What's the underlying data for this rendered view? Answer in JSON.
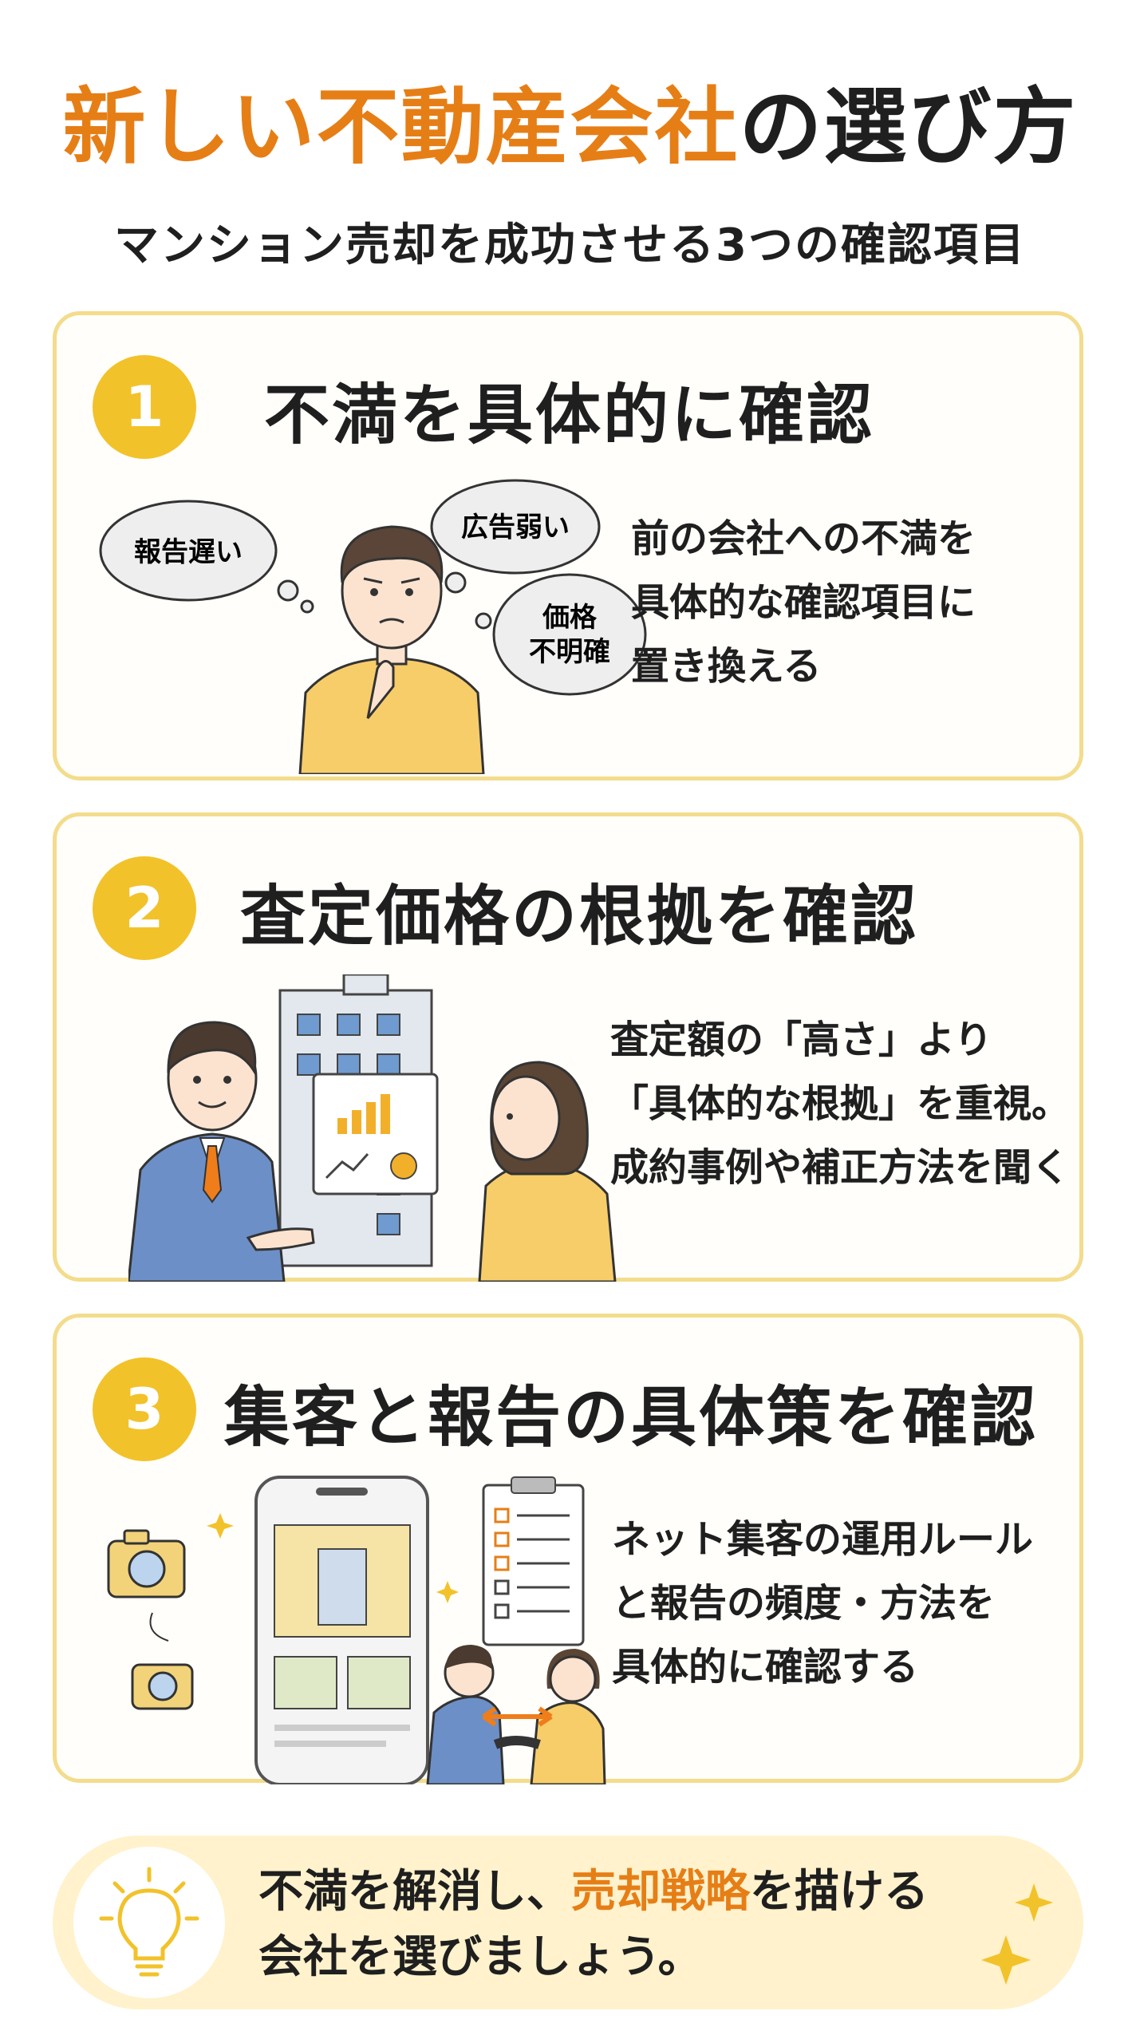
{
  "header": {
    "title_accent": "新しい不動産会社",
    "title_rest": "の選び方",
    "subtitle": "マンション売却を成功させる3つの確認項目"
  },
  "cards": [
    {
      "number": "1",
      "title": "不満を具体的に確認",
      "bubbles": [
        "報告遅い",
        "広告弱い",
        "価格",
        "不明確"
      ],
      "lines": [
        "前の会社への不満を",
        "具体的な確認項目に",
        "置き換える"
      ]
    },
    {
      "number": "2",
      "title": "査定価格の根拠を確認",
      "lines": [
        "査定額の「高さ」より",
        "「具体的な根拠」を重視。",
        "成約事例や補正方法を聞く"
      ]
    },
    {
      "number": "3",
      "title": "集客と報告の具体策を確認",
      "lines": [
        "ネット集客の運用ルール",
        "と報告の頻度・方法を",
        "具体的に確認する"
      ]
    }
  ],
  "footer": {
    "line1_a": "不満を解消し、",
    "line1_accent": "売却戦略",
    "line1_b": "を描ける",
    "line2": "会社を選びましょう。",
    "icon": "lightbulb-icon"
  },
  "colors": {
    "accent_orange": "#e67e16",
    "badge_yellow": "#f2c22a",
    "card_border": "#f3dc8c",
    "footer_bg": "#fff2cc"
  }
}
